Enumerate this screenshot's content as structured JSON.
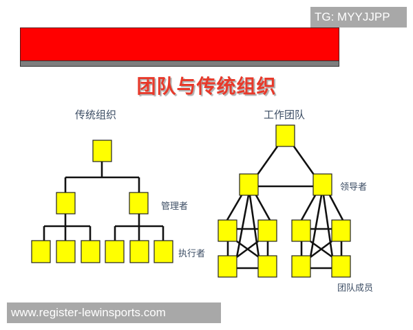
{
  "badge": {
    "text": "TG: MYYJJPP"
  },
  "header": {
    "bar_color": "#ff0000",
    "title": "团队与传统组织",
    "title_color": "#e8392a"
  },
  "traditional": {
    "title": "传统组织",
    "labels": {
      "managers": "管理者",
      "executors": "执行者"
    },
    "node_color": "#ffff00"
  },
  "team": {
    "title": "工作团队",
    "labels": {
      "leaders": "领导者",
      "members": "团队成员"
    },
    "node_color": "#ffff00"
  },
  "watermark": {
    "text": "www.register-lewinsports.com"
  }
}
